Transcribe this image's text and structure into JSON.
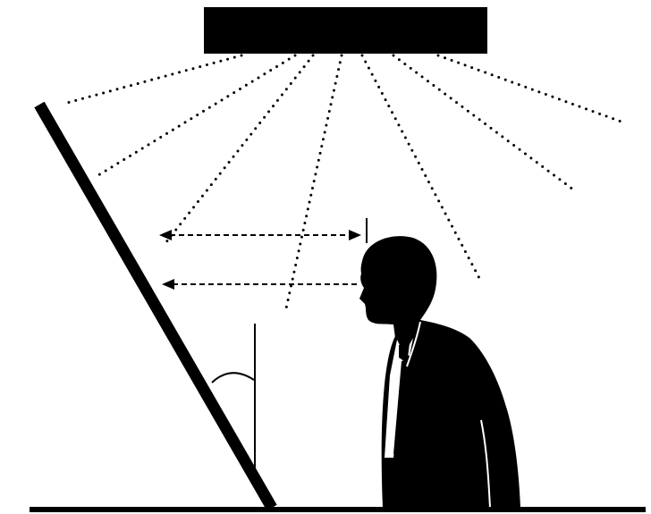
{
  "diagram": {
    "colors": {
      "ink": "#000000",
      "background": "#ffffff"
    },
    "elements": [
      "ceiling-light",
      "light-rays",
      "tilted-screen",
      "vertical-reference-line",
      "angle-arc",
      "distance-arrows",
      "person-silhouette",
      "floor-line"
    ]
  }
}
